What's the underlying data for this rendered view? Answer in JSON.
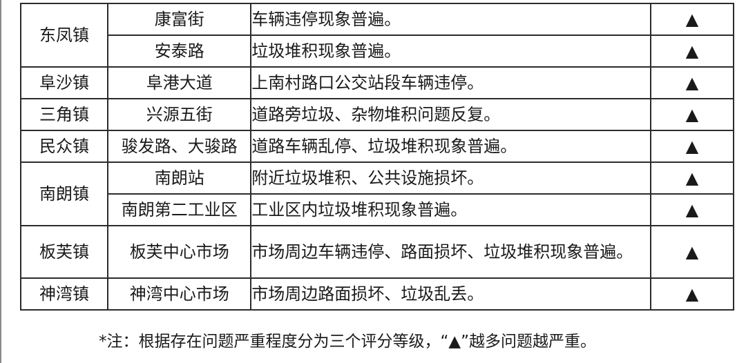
{
  "table": {
    "rows": [
      {
        "town": "东凤镇",
        "road": "康富街",
        "issue": "车辆违停现象普遍。",
        "level": "▲"
      },
      {
        "town": "",
        "road": "安泰路",
        "issue": "垃圾堆积现象普遍。",
        "level": "▲"
      },
      {
        "town": "阜沙镇",
        "road": "阜港大道",
        "issue": "上南村路口公交站段车辆违停。",
        "level": "▲"
      },
      {
        "town": "三角镇",
        "road": "兴源五街",
        "issue": "道路旁垃圾、杂物堆积问题反复。",
        "level": "▲"
      },
      {
        "town": "民众镇",
        "road": "骏发路、大骏路",
        "issue": "道路车辆乱停、垃圾堆积现象普遍。",
        "level": "▲"
      },
      {
        "town": "南朗镇",
        "road": "南朗站",
        "issue": "附近垃圾堆积、公共设施损坏。",
        "level": "▲"
      },
      {
        "town": "",
        "road": "南朗第二工业区",
        "issue": "工业区内垃圾堆积现象普遍。",
        "level": "▲"
      },
      {
        "town": "板芙镇",
        "road": "板芙中心市场",
        "issue": "市场周边车辆违停、路面损坏、垃圾堆积现象普遍。",
        "level": "▲"
      },
      {
        "town": "神湾镇",
        "road": "神湾中心市场",
        "issue": "市场周边路面损坏、垃圾乱丢。",
        "level": "▲"
      }
    ]
  },
  "note": "*注：根据存在问题严重程度分为三个评分等级，“▲”越多问题越严重。"
}
